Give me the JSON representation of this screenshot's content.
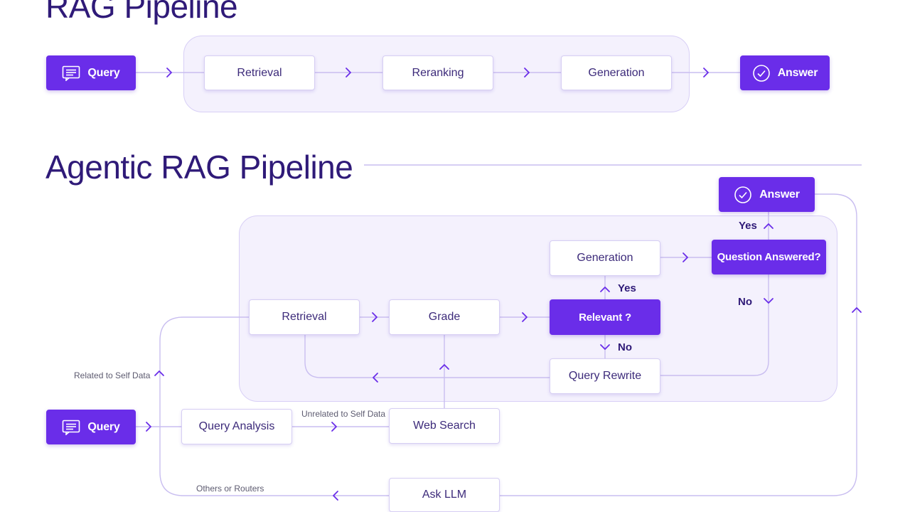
{
  "rag": {
    "title": "RAG Pipeline",
    "query": "Query",
    "retrieval": "Retrieval",
    "reranking": "Reranking",
    "generation": "Generation",
    "answer": "Answer"
  },
  "agentic": {
    "title": "Agentic RAG Pipeline",
    "answer": "Answer",
    "question_answered": "Question Answered?",
    "generation": "Generation",
    "retrieval": "Retrieval",
    "grade": "Grade",
    "relevant": "Relevant ?",
    "query_rewrite": "Query Rewrite",
    "query": "Query",
    "query_analysis": "Query Analysis",
    "web_search": "Web Search",
    "ask_llm": "Ask LLM",
    "labels": {
      "yes_top": "Yes",
      "no_right": "No",
      "yes_mid": "Yes",
      "no_mid": "No",
      "related": "Related to Self Data",
      "unrelated": "Unrelated to Self Data",
      "others": "Others or Routers"
    }
  },
  "colors": {
    "accent": "#6a2de9",
    "title": "#2f1a78",
    "group_bg": "#f4f1fd",
    "wire": "#c9bef0"
  },
  "icons": {
    "query": "message-lines-icon",
    "answer": "check-circle-icon"
  }
}
